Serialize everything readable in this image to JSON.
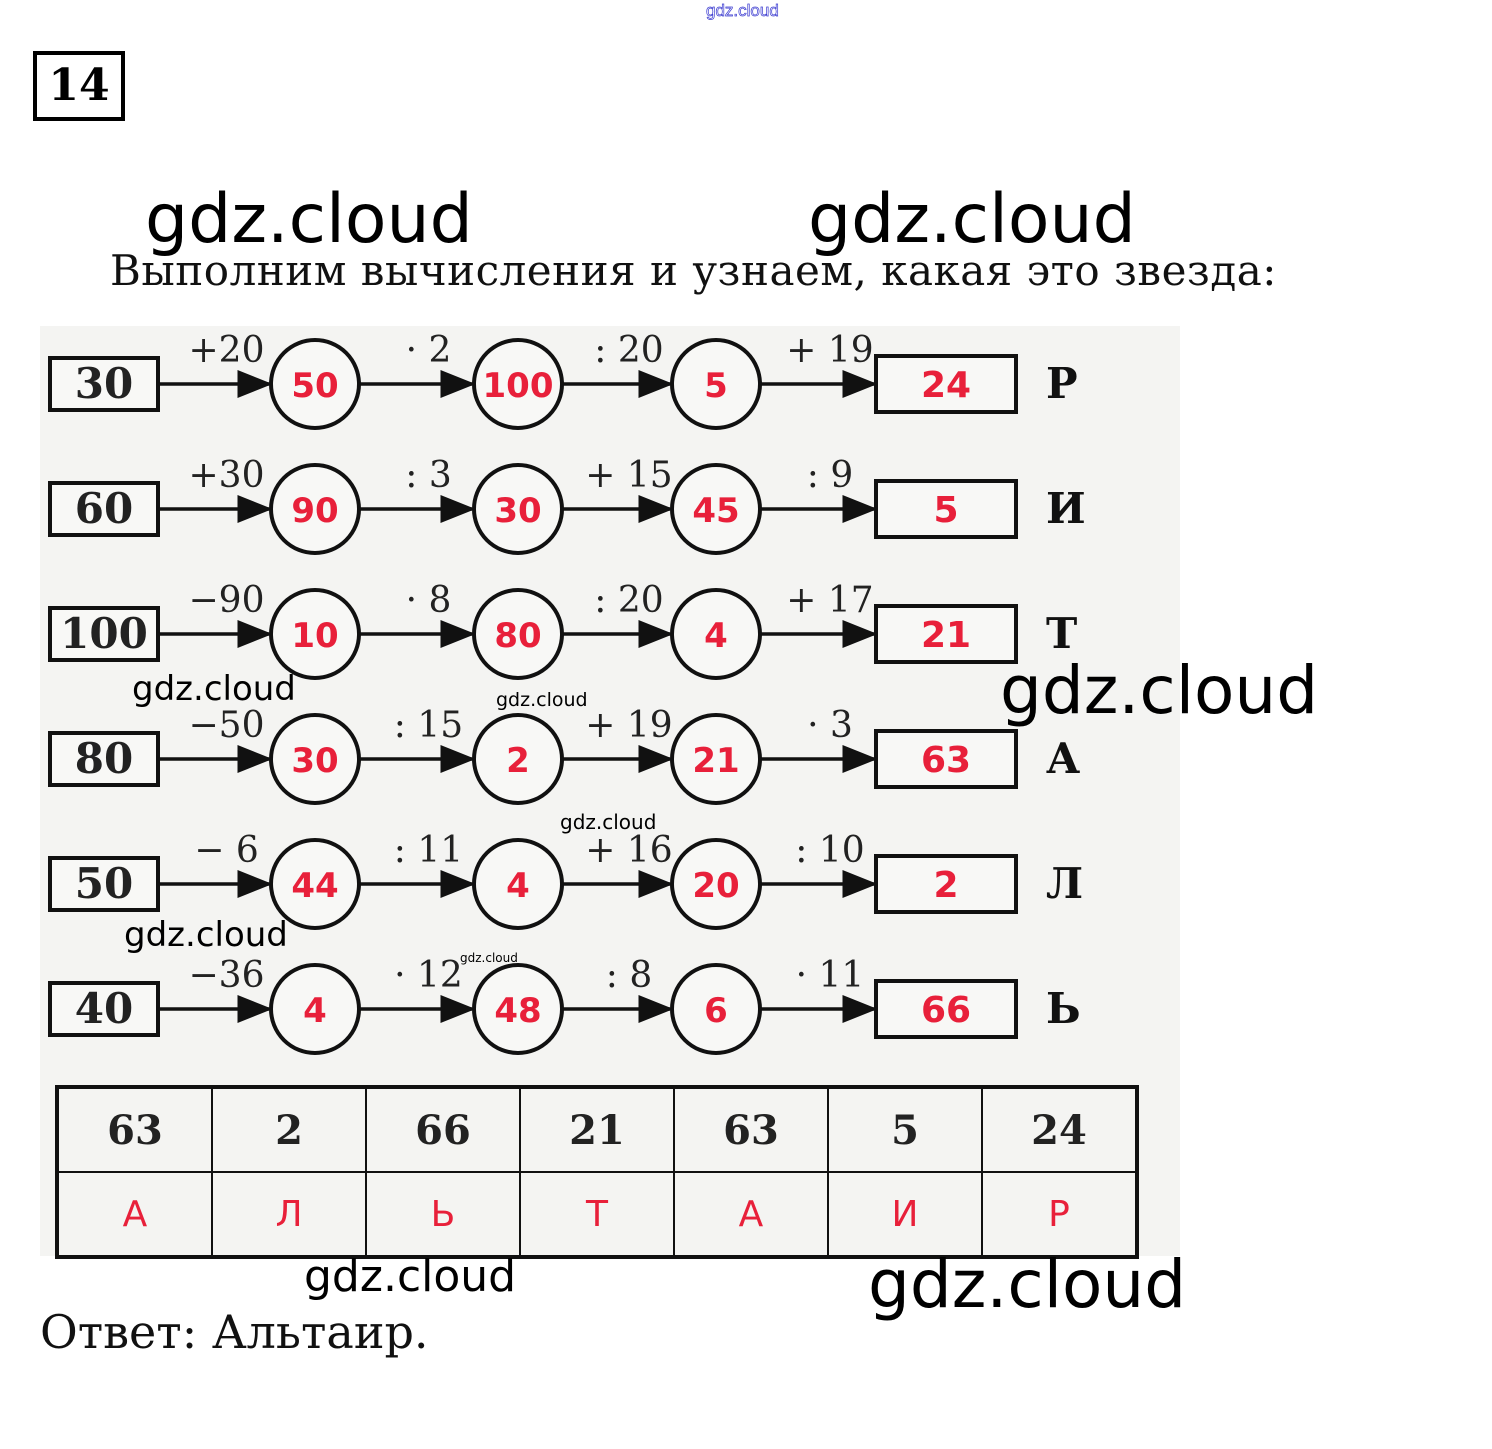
{
  "watermarks": {
    "top_small": "gdz.cloud",
    "items": [
      {
        "text": "gdz.cloud",
        "size": "large"
      },
      {
        "text": "gdz.cloud",
        "size": "large"
      },
      {
        "text": "gdz.cloud",
        "size": "large"
      },
      {
        "text": "gdz.cloud",
        "size": "medium"
      },
      {
        "text": "gdz.cloud",
        "size": "small"
      },
      {
        "text": "gdz.cloud",
        "size": "small"
      },
      {
        "text": "gdz.cloud",
        "size": "medium"
      },
      {
        "text": "gdz.cloud",
        "size": "tiny"
      },
      {
        "text": "gdz.cloud",
        "size": "medium"
      },
      {
        "text": "gdz.cloud",
        "size": "large"
      }
    ]
  },
  "task_number": "14",
  "intro_text": "Выполним вычисления и узнаем, какая это звезда:",
  "chains": [
    {
      "start": "30",
      "ops": [
        "+20",
        "· 2",
        ": 20",
        "+ 19"
      ],
      "values": [
        "50",
        "100",
        "5"
      ],
      "result": "24",
      "letter": "Р"
    },
    {
      "start": "60",
      "ops": [
        "+30",
        ": 3",
        "+ 15",
        ": 9"
      ],
      "values": [
        "90",
        "30",
        "45"
      ],
      "result": "5",
      "letter": "И"
    },
    {
      "start": "100",
      "ops": [
        "−90",
        "· 8",
        ": 20",
        "+ 17"
      ],
      "values": [
        "10",
        "80",
        "4"
      ],
      "result": "21",
      "letter": "Т"
    },
    {
      "start": "80",
      "ops": [
        "−50",
        ": 15",
        "+ 19",
        "· 3"
      ],
      "values": [
        "30",
        "2",
        "21"
      ],
      "result": "63",
      "letter": "А"
    },
    {
      "start": "50",
      "ops": [
        "− 6",
        ": 11",
        "+ 16",
        ": 10"
      ],
      "values": [
        "44",
        "4",
        "20"
      ],
      "result": "2",
      "letter": "Л"
    },
    {
      "start": "40",
      "ops": [
        "−36",
        "· 12",
        ": 8",
        "· 11"
      ],
      "values": [
        "4",
        "48",
        "6"
      ],
      "result": "66",
      "letter": "Ь"
    }
  ],
  "decode_table": {
    "numbers": [
      "63",
      "2",
      "66",
      "21",
      "63",
      "5",
      "24"
    ],
    "letters": [
      "А",
      "Л",
      "Ь",
      "Т",
      "А",
      "И",
      "Р"
    ]
  },
  "answer": "Ответ: Альтаир.",
  "colors": {
    "accent_red": "#e8203a",
    "ink": "#111111",
    "watermark_blue": "#3b3bd0"
  }
}
